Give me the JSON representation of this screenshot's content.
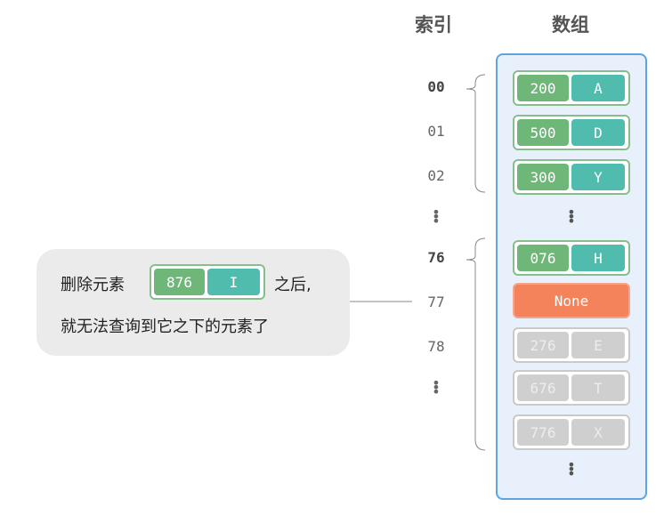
{
  "headers": {
    "index": "索引",
    "array": "数组"
  },
  "indices": [
    {
      "label": "00",
      "bold": true
    },
    {
      "label": "01",
      "bold": false
    },
    {
      "label": "02",
      "bold": false
    },
    {
      "label": "76",
      "bold": true
    },
    {
      "label": "77",
      "bold": false
    },
    {
      "label": "78",
      "bold": false
    }
  ],
  "buckets": [
    {
      "key": "200",
      "value": "A",
      "state": "active"
    },
    {
      "key": "500",
      "value": "D",
      "state": "active"
    },
    {
      "key": "300",
      "value": "Y",
      "state": "active"
    },
    {
      "key": "076",
      "value": "H",
      "state": "active"
    },
    {
      "key": "",
      "value": "None",
      "state": "removed"
    },
    {
      "key": "276",
      "value": "E",
      "state": "faded"
    },
    {
      "key": "676",
      "value": "T",
      "state": "faded"
    },
    {
      "key": "776",
      "value": "X",
      "state": "faded"
    }
  ],
  "callout": {
    "prefix": "删除元素",
    "entry_key": "876",
    "entry_value": "I",
    "suffix": "之后,",
    "line2": "就无法查询到它之下的元素了"
  },
  "colors": {
    "key_green": "#6fb679",
    "value_teal": "#4fbcae",
    "removed_orange": "#f4825a",
    "faded_gray": "#cfcfcf",
    "panel_border_blue": "#5fa3e0",
    "panel_fill": "#e8f1fb"
  }
}
